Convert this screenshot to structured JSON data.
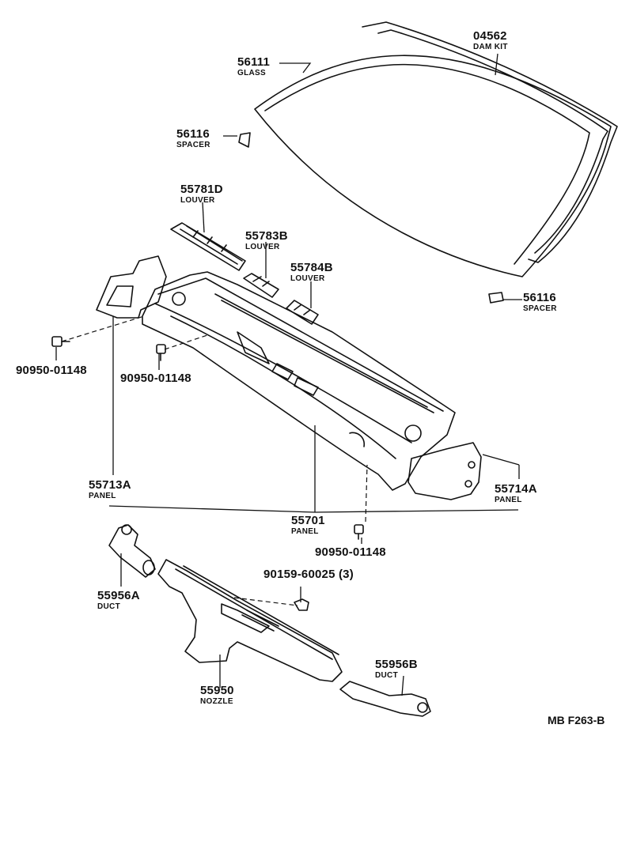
{
  "parts": {
    "dam_kit": {
      "number": "04562",
      "name": "DAM KIT"
    },
    "glass": {
      "number": "56111",
      "name": "GLASS"
    },
    "spacer_top": {
      "number": "56116",
      "name": "SPACER"
    },
    "louver_d": {
      "number": "55781D",
      "name": "LOUVER"
    },
    "louver_b3": {
      "number": "55783B",
      "name": "LOUVER"
    },
    "louver_b4": {
      "number": "55784B",
      "name": "LOUVER"
    },
    "spacer_right": {
      "number": "56116",
      "name": "SPACER"
    },
    "clip_left": {
      "number": "90950-01148"
    },
    "clip_mid": {
      "number": "90950-01148"
    },
    "panel_left": {
      "number": "55713A",
      "name": "PANEL"
    },
    "panel_right": {
      "number": "55714A",
      "name": "PANEL"
    },
    "panel_main": {
      "number": "55701",
      "name": "PANEL"
    },
    "clip_bottom": {
      "number": "90950-01148"
    },
    "screw": {
      "number": "90159-60025 (3)"
    },
    "duct_a": {
      "number": "55956A",
      "name": "DUCT"
    },
    "duct_b": {
      "number": "55956B",
      "name": "DUCT"
    },
    "nozzle": {
      "number": "55950",
      "name": "NOZZLE"
    }
  },
  "figure_code": "MB F263-B",
  "line_color": "#111111"
}
